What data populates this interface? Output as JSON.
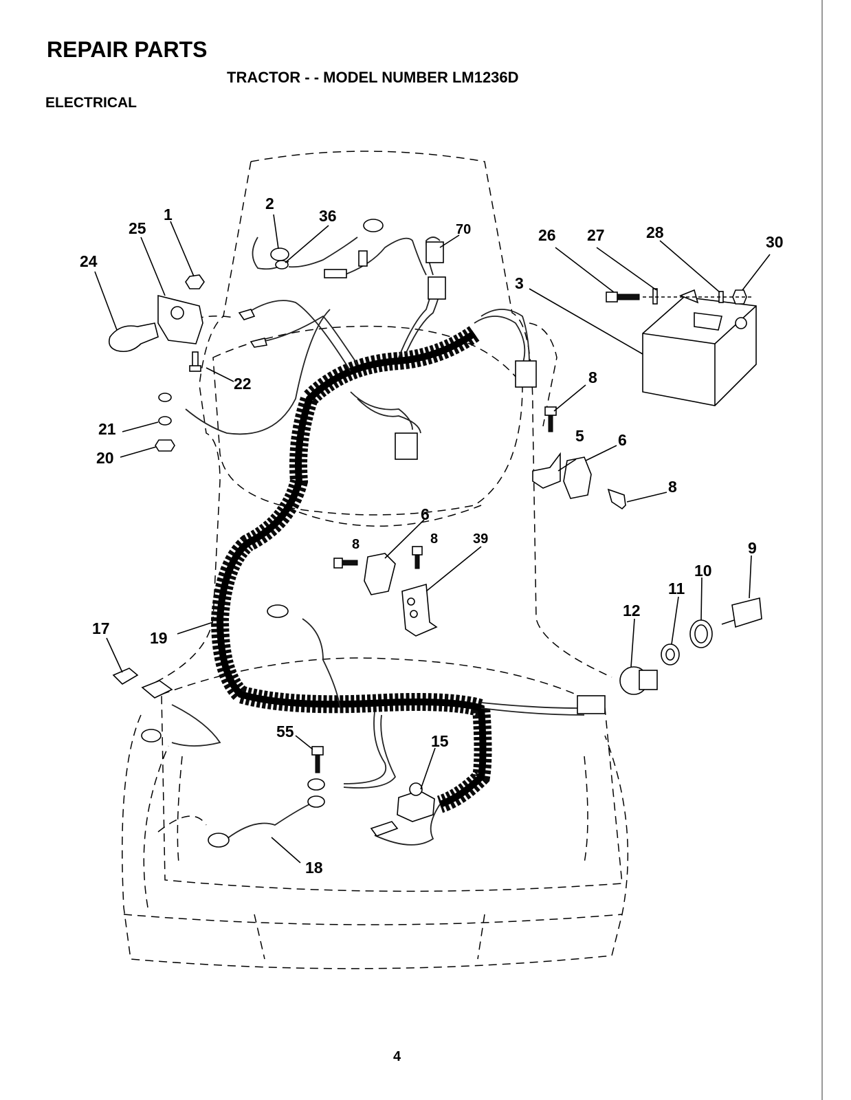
{
  "header": {
    "title": "REPAIR PARTS",
    "subtitle": "TRACTOR - - MODEL NUMBER LM1236D",
    "section": "ELECTRICAL"
  },
  "callouts": {
    "c1": "1",
    "c2": "2",
    "c3": "3",
    "c5": "5",
    "c6a": "6",
    "c6b": "6",
    "c8a": "8",
    "c8b": "8",
    "c8c": "8",
    "c8d": "8",
    "c9": "9",
    "c10": "10",
    "c11": "11",
    "c12": "12",
    "c15": "15",
    "c17": "17",
    "c18": "18",
    "c19": "19",
    "c20": "20",
    "c21": "21",
    "c22": "22",
    "c24": "24",
    "c25": "25",
    "c26": "26",
    "c27": "27",
    "c28": "28",
    "c30": "30",
    "c36": "36",
    "c39": "39",
    "c55": "55",
    "c70": "70"
  },
  "footer": {
    "page_number": "4"
  }
}
